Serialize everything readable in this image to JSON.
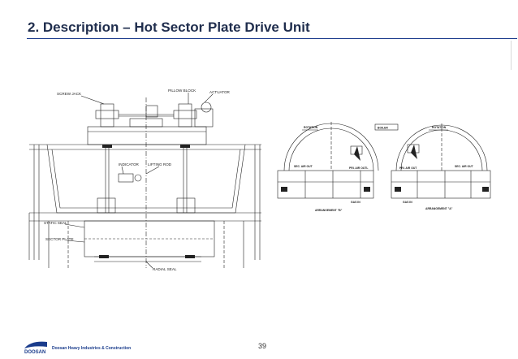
{
  "header": {
    "title": "2. Description – Hot Sector Plate Drive Unit"
  },
  "left_drawing": {
    "labels": {
      "screw_jack": "SCREW JACK",
      "pillow_block": "PILLOW BLOCK",
      "actuator": "ACTUATOR",
      "indicator": "INDICATOR",
      "lifting_rod": "LIFTING ROD",
      "static_seal": "STATIC SEAL",
      "sector_plate": "SECTOR PLATE",
      "radial_seal": "RADIAL SEAL"
    }
  },
  "right_drawing": {
    "labels": {
      "rotation_left": "ROTATION",
      "boiler": "BOILER",
      "rotation_right": "ROTATION",
      "sec_air_out": "SEC. AIR OUT",
      "pri_air_out": "PRI. AIR OUTL",
      "gas_in_left": "GAS IN",
      "gas_in_right": "GAS IN",
      "pri_air_out_right": "PRI. AIR OUT",
      "sec_air_out_right": "SEC. AIR OUT",
      "arrangement_b": "ARRANGEMENT \"B\"",
      "arrangement_a": "ARRANGEMENT \"A\""
    }
  },
  "footer": {
    "page_number": "39",
    "company": "Doosan Heavy Industries & Construction",
    "logo_text": "DOOSAN"
  },
  "colors": {
    "title": "#1f2d4d",
    "rule": "#1c3c8c",
    "brand": "#1a3c8c"
  }
}
